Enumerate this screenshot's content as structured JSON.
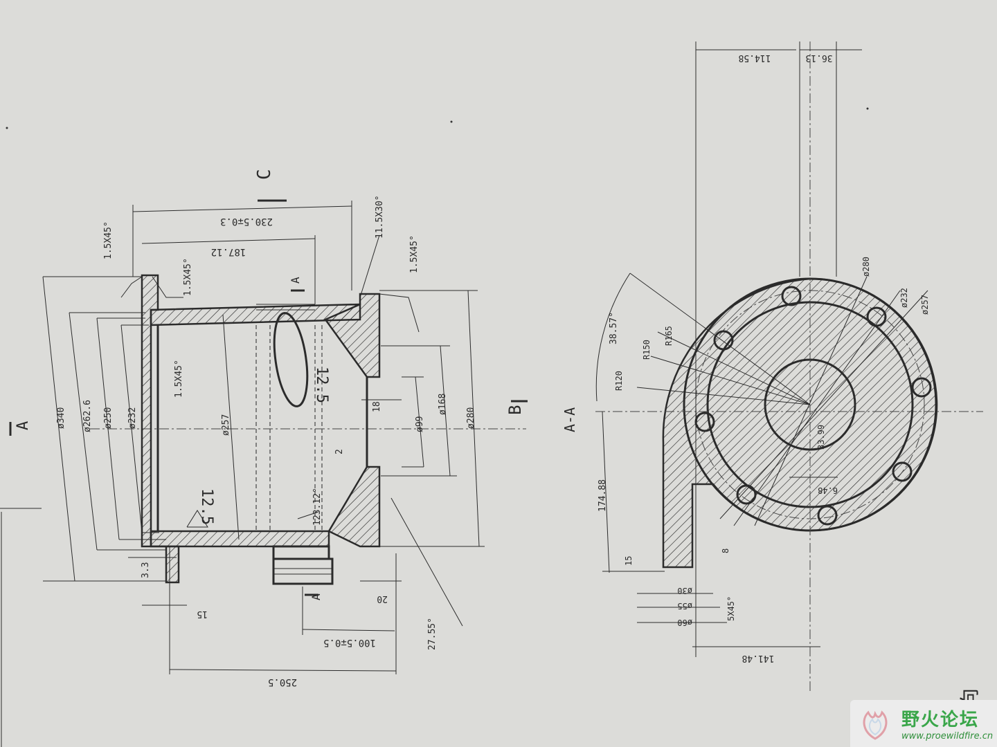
{
  "views": {
    "section_label_a_left": "A",
    "section_label_a_top": "A",
    "section_label_a_bottom": "A",
    "section_label_b": "B",
    "section_label_c": "C",
    "section_title_aa": "A-A",
    "view_label_bottom_right": "B向"
  },
  "dimensions_main": {
    "d340": "ø340",
    "d262": "ø262.6",
    "d250": "ø250",
    "d232": "ø232",
    "d257": "ø257",
    "d99": "ø99",
    "d168": "ø168",
    "d280": "ø280",
    "len230": "230.5∓0.3",
    "len187": "187.12",
    "len250": "250.5",
    "len100": "100.5∓0.5",
    "c1": "1.5X45°",
    "c2": "1.5X45°",
    "c3": "1.5X45°",
    "c4": "1.5X45°",
    "c5": "11.5X30°",
    "ang123": "123.12°",
    "ang27": "27.55°",
    "t33": "3.3",
    "t15": "15",
    "t20": "20",
    "t18": "18",
    "t2": "2",
    "rough1": "12.5",
    "rough2": "12.5"
  },
  "dimensions_section": {
    "d280": "ø280",
    "d232": "ø232",
    "d257": "ø257",
    "r120": "R120",
    "r150": "R150",
    "r165": "R165",
    "ang38": "38.57°",
    "len174": "174.88",
    "len114": "114.58",
    "len36": "36.13",
    "len141": "141.48",
    "v33": "33.99",
    "v6": "6.48",
    "t15": "15",
    "t8": "8",
    "d30": "ø30",
    "d55": "ø55",
    "d60": "ø60",
    "c5": "5X45°"
  },
  "watermark": {
    "name": "野火论坛",
    "url": "www.proewildfire.cn"
  }
}
